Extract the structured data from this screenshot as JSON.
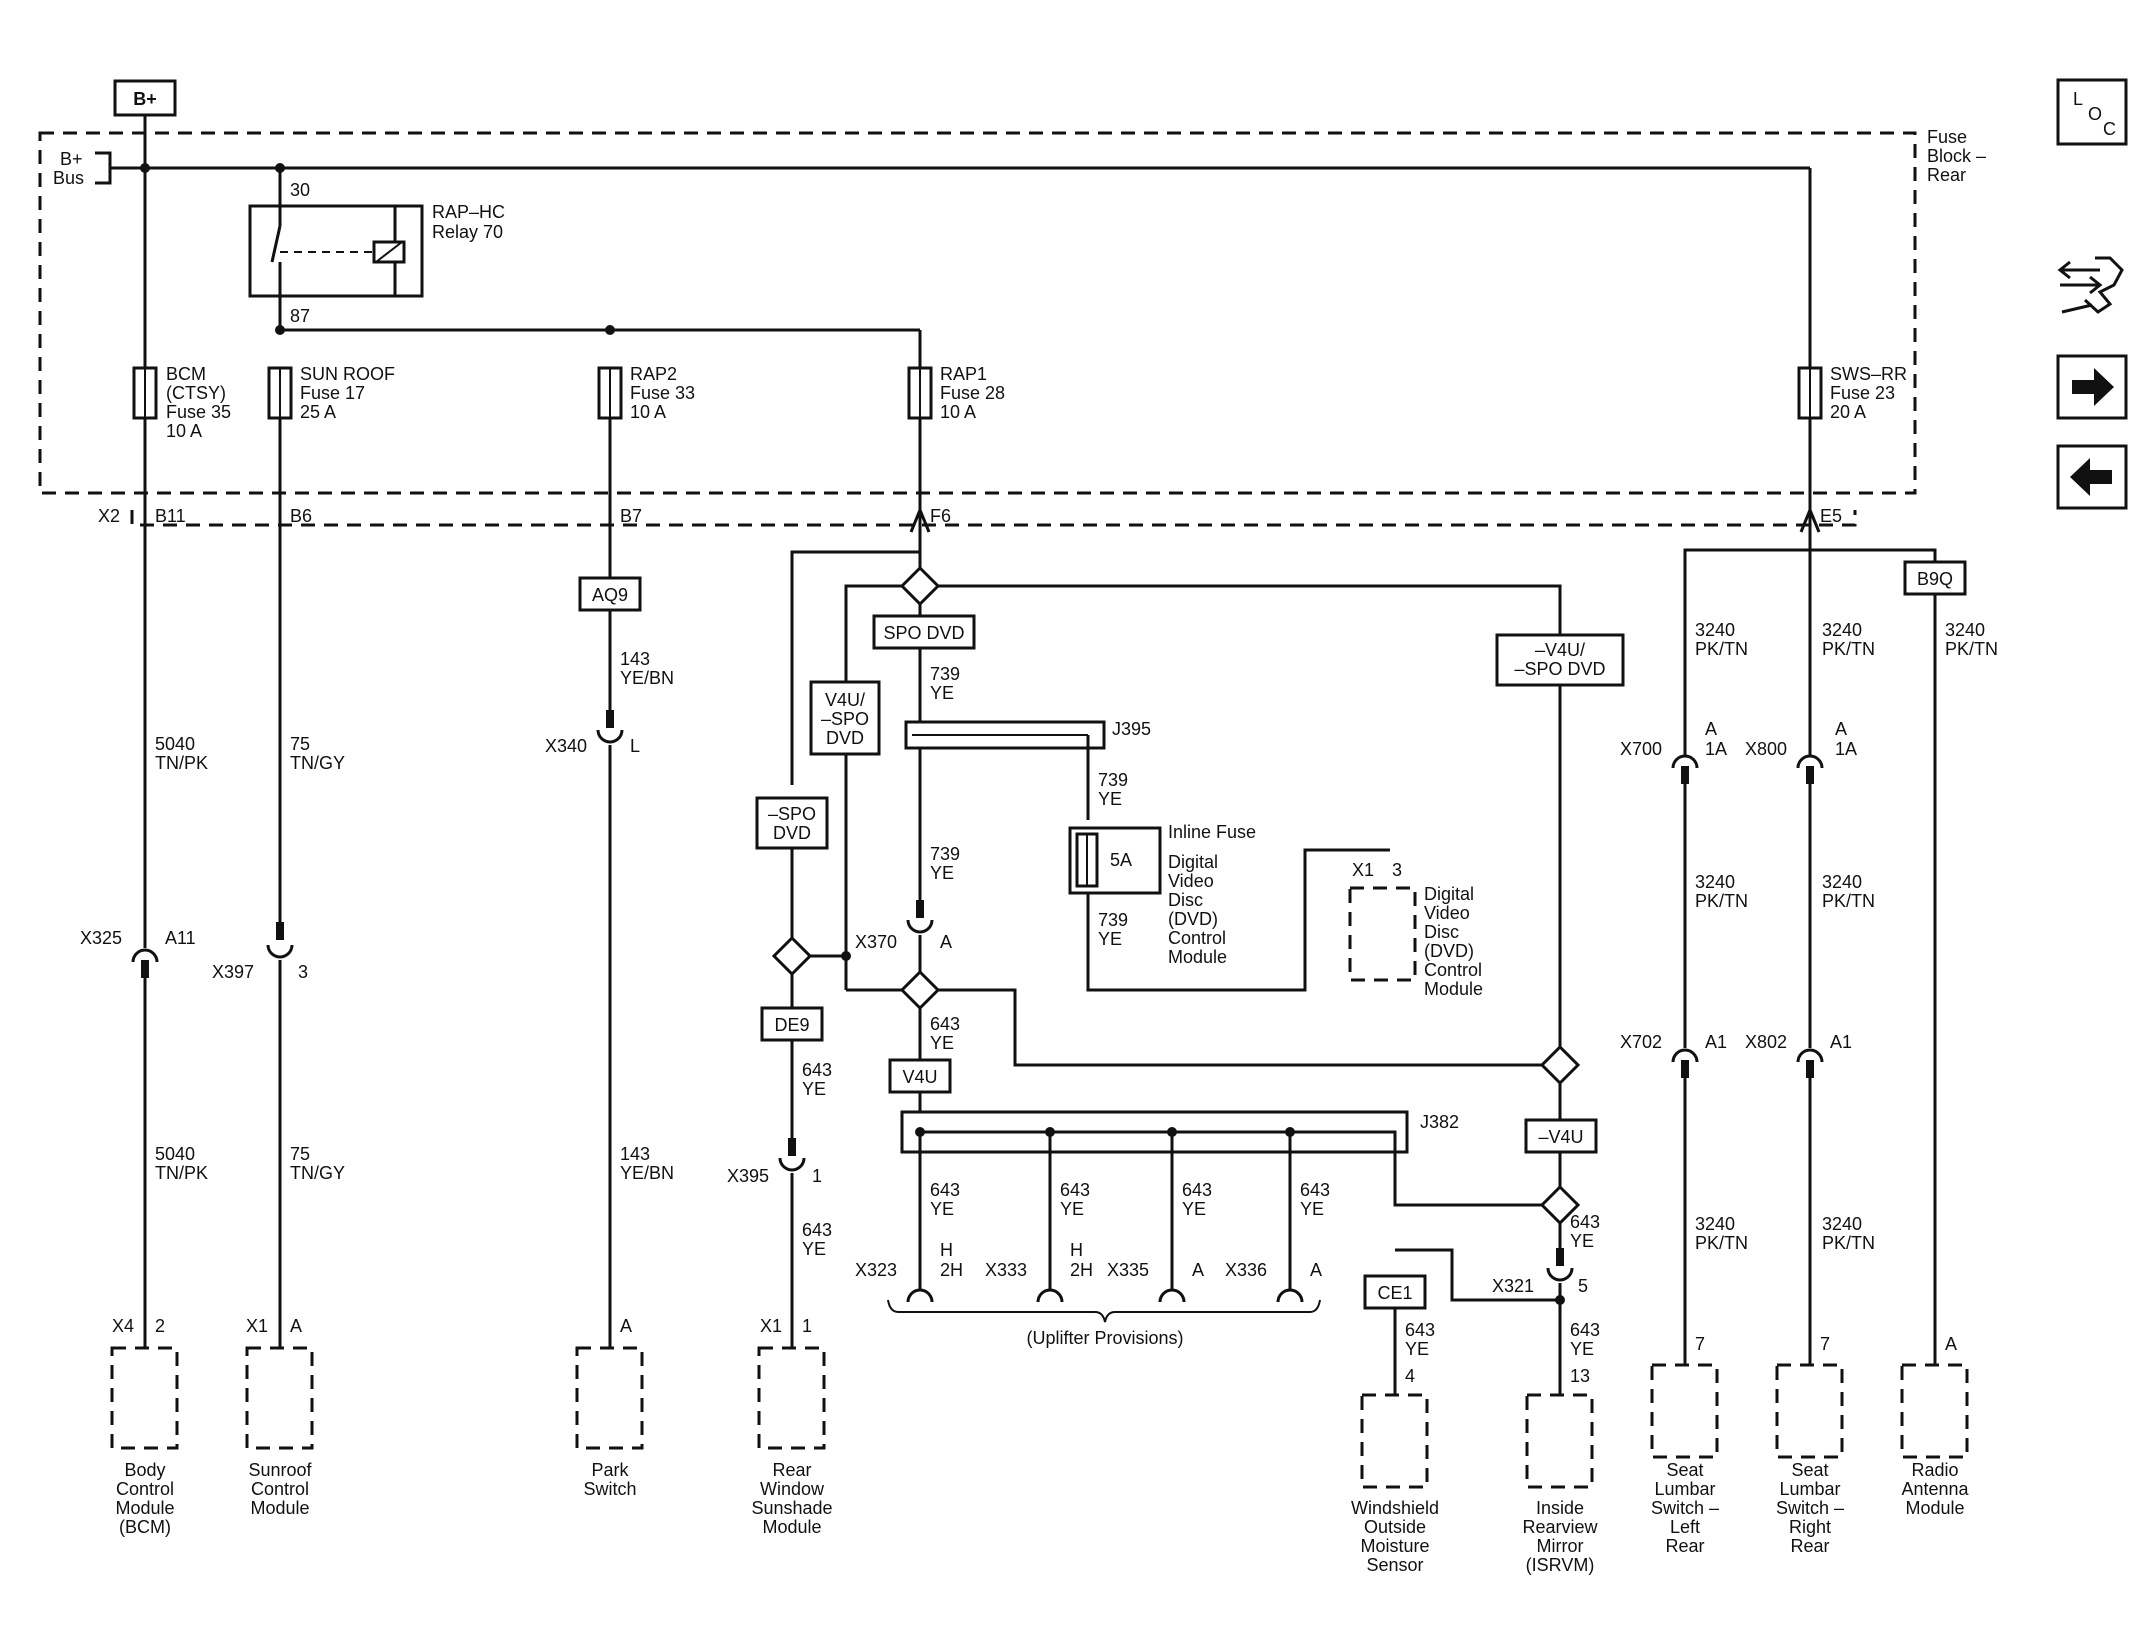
{
  "power": {
    "source": "B+",
    "bus": [
      "B+",
      "Bus"
    ],
    "fuse_block": [
      "Fuse",
      "Block –",
      "Rear"
    ]
  },
  "relay": {
    "label": [
      "RAP–HC",
      "Relay 70"
    ],
    "pin_in": "30",
    "pin_out": "87"
  },
  "fuses": [
    {
      "id": "bcm",
      "lines": [
        "BCM",
        "(CTSY)",
        "Fuse 35",
        "10 A"
      ]
    },
    {
      "id": "sunroof",
      "lines": [
        "SUN ROOF",
        "Fuse 17",
        "25 A"
      ]
    },
    {
      "id": "rap2",
      "lines": [
        "RAP2",
        "Fuse 33",
        "10 A"
      ]
    },
    {
      "id": "rap1",
      "lines": [
        "RAP1",
        "Fuse 28",
        "10 A"
      ]
    },
    {
      "id": "swsrr",
      "lines": [
        "SWS–RR",
        "Fuse 23",
        "20 A"
      ]
    }
  ],
  "connector_pins": {
    "x2": "X2",
    "b11": "B11",
    "b6": "B6",
    "b7": "B7",
    "f6": "F6",
    "e5": "E5"
  },
  "options": {
    "aq9": "AQ9",
    "spo_dvd": "SPO DVD",
    "v4u_spo": [
      "V4U/",
      "–SPO",
      "DVD"
    ],
    "spo": [
      "–SPO",
      "DVD"
    ],
    "nv4u_spo": [
      "–V4U/",
      "–SPO DVD"
    ],
    "de9": "DE9",
    "v4u": "V4U",
    "nv4u": "–V4U",
    "ce1": "CE1",
    "b9q": "B9Q"
  },
  "splices": {
    "j395": "J395",
    "j382": "J382"
  },
  "inline_fuse": {
    "label": "Inline Fuse",
    "value": "5A"
  },
  "wires": {
    "w5040": [
      "5040",
      "TN/PK"
    ],
    "w75": [
      "75",
      "TN/GY"
    ],
    "w143": [
      "143",
      "YE/BN"
    ],
    "w739": [
      "739",
      "YE"
    ],
    "w643": [
      "643",
      "YE"
    ],
    "w3240": [
      "3240",
      "PK/TN"
    ]
  },
  "inline_connectors": {
    "x325": "X325",
    "a11": "A11",
    "x397": "X397",
    "p3": "3",
    "x340": "X340",
    "pl": "L",
    "x370": "X370",
    "pa": "A",
    "x395": "X395",
    "p1": "1",
    "x321": "X321",
    "p5": "5",
    "x700": "X700",
    "x702": "X702",
    "x800": "X800",
    "x802": "X802",
    "p1a": "1A",
    "pa1": "A1",
    "x323": "X323",
    "x333": "X333",
    "x335": "X335",
    "x336": "X336",
    "ph": "H",
    "p2h": "2H"
  },
  "uplifter": "(Uplifter Provisions)",
  "component_pins": {
    "x4": "X4",
    "p2": "2",
    "x1": "X1",
    "pA": "A",
    "p1": "1",
    "p4": "4",
    "p13": "13",
    "p7": "7",
    "p3": "3"
  },
  "components": {
    "bcm": [
      "Body",
      "Control",
      "Module",
      "(BCM)"
    ],
    "sunroof": [
      "Sunroof",
      "Control",
      "Module"
    ],
    "park": [
      "Park",
      "Switch"
    ],
    "sunshade": [
      "Rear",
      "Window",
      "Sunshade",
      "Module"
    ],
    "windshield": [
      "Windshield",
      "Outside",
      "Moisture",
      "Sensor"
    ],
    "mirror": [
      "Inside",
      "Rearview",
      "Mirror",
      "(ISRVM)"
    ],
    "lumbar_left": [
      "Seat",
      "Lumbar",
      "Switch –",
      "Left",
      "Rear"
    ],
    "lumbar_right": [
      "Seat",
      "Lumbar",
      "Switch –",
      "Right",
      "Rear"
    ],
    "antenna": [
      "Radio",
      "Antenna",
      "Module"
    ],
    "dvd": [
      "Digital",
      "Video",
      "Disc",
      "(DVD)",
      "Control",
      "Module"
    ]
  },
  "nav": {
    "loc": [
      "L",
      "O",
      "C"
    ],
    "tool_icon": "tool-icon",
    "next_icon": "arrow-right-icon",
    "prev_icon": "arrow-left-icon"
  }
}
